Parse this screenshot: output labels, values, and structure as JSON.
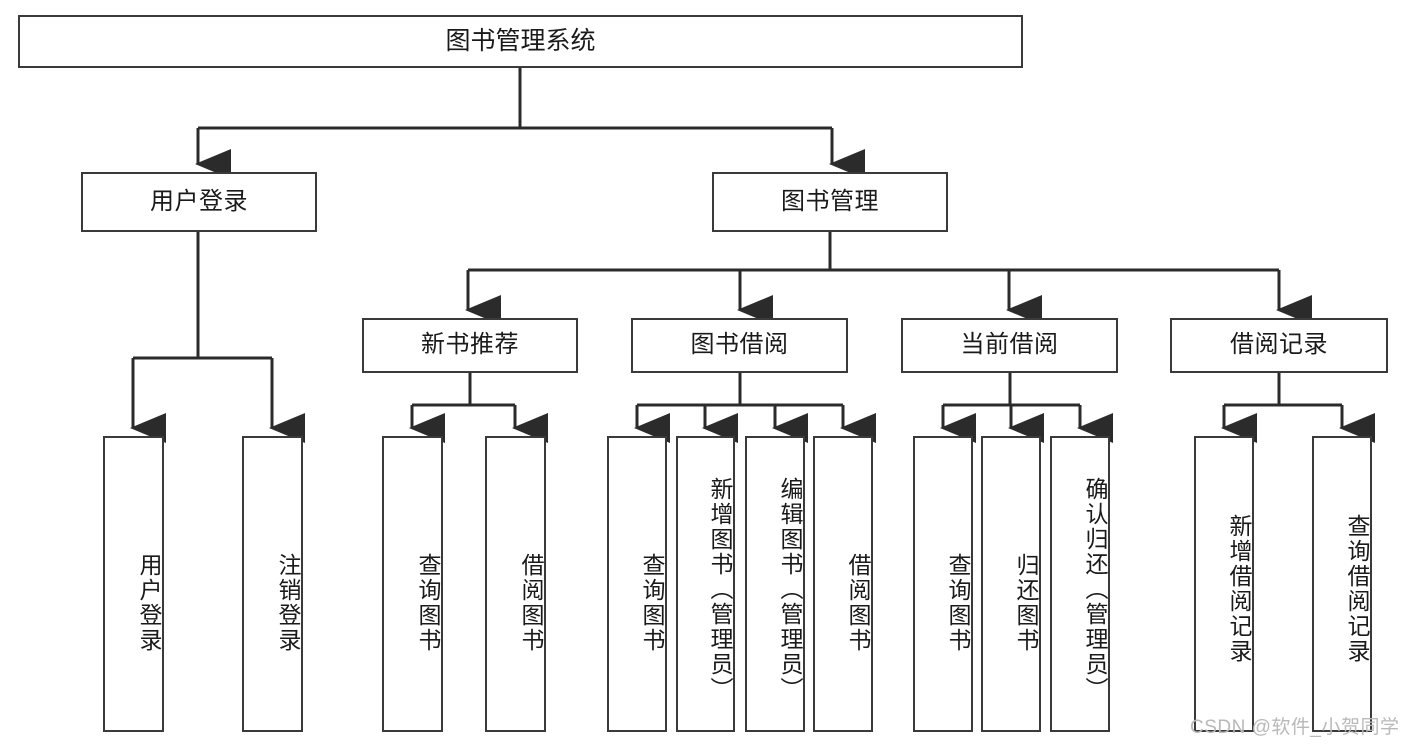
{
  "diagram": {
    "type": "tree-hierarchy",
    "title": "图书管理系统",
    "orientation": "top-down",
    "colors": {
      "background": "#ffffff",
      "box_border": "#3a3a3a",
      "box_fill": "#ffffff",
      "connector": "#2b2b2b",
      "text": "#1a1a1a",
      "watermark": "#b9b9b9"
    },
    "root": {
      "label": "图书管理系统"
    },
    "level2": [
      {
        "id": "user-login",
        "label": "用户登录"
      },
      {
        "id": "book-management",
        "label": "图书管理"
      }
    ],
    "level3": [
      {
        "id": "new-book-recommend",
        "label": "新书推荐",
        "parent": "book-management"
      },
      {
        "id": "book-borrow",
        "label": "图书借阅",
        "parent": "book-management"
      },
      {
        "id": "current-borrow",
        "label": "当前借阅",
        "parent": "book-management"
      },
      {
        "id": "borrow-record",
        "label": "借阅记录",
        "parent": "book-management"
      }
    ],
    "leaves": {
      "user-login": [
        {
          "id": "leaf-user-login",
          "label": "用户登录"
        },
        {
          "id": "leaf-logout-login",
          "label": "注销登录"
        }
      ],
      "new-book-recommend": [
        {
          "id": "leaf-query-book-1",
          "label": "查询图书"
        },
        {
          "id": "leaf-borrow-book-1",
          "label": "借阅图书"
        }
      ],
      "book-borrow": [
        {
          "id": "leaf-query-book-2",
          "label": "查询图书"
        },
        {
          "id": "leaf-add-book",
          "label": "新增图书（管理员）"
        },
        {
          "id": "leaf-edit-book",
          "label": "编辑图书（管理员）"
        },
        {
          "id": "leaf-borrow-book-2",
          "label": "借阅图书"
        }
      ],
      "current-borrow": [
        {
          "id": "leaf-query-book-3",
          "label": "查询图书"
        },
        {
          "id": "leaf-return-book",
          "label": "归还图书"
        },
        {
          "id": "leaf-confirm-return",
          "label": "确认归还（管理员）"
        }
      ],
      "borrow-record": [
        {
          "id": "leaf-add-record",
          "label": "新增借阅记录"
        },
        {
          "id": "leaf-query-record",
          "label": "查询借阅记录"
        }
      ]
    },
    "watermark": "CSDN @软件_小贺同学"
  }
}
